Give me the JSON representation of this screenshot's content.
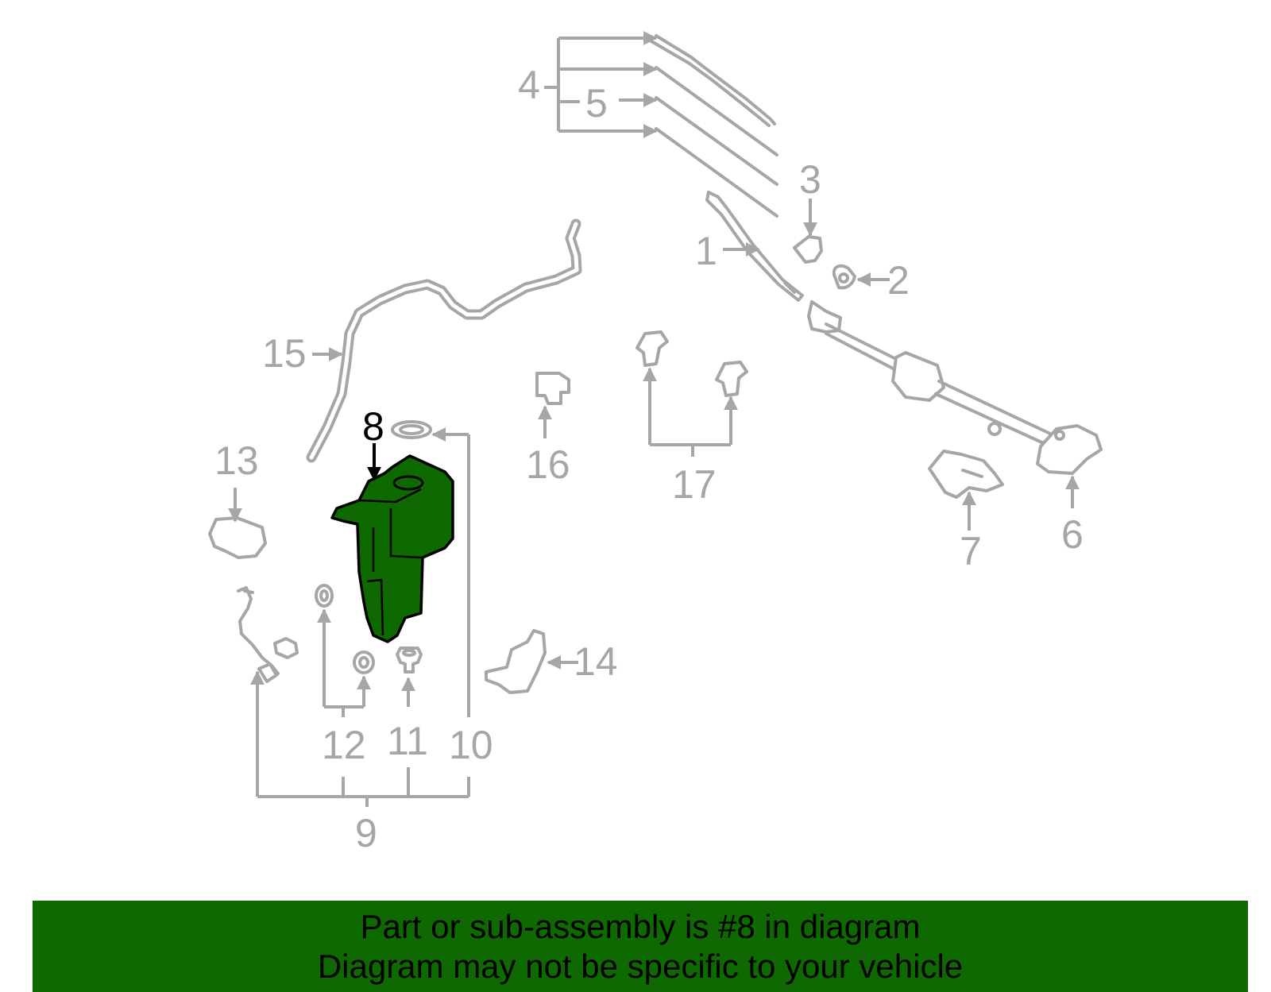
{
  "diagram": {
    "highlighted_part": "8",
    "highlight_color": "#0e6a00",
    "callouts": {
      "c1": "1",
      "c2": "2",
      "c3": "3",
      "c4": "4",
      "c5": "5",
      "c6": "6",
      "c7": "7",
      "c8": "8",
      "c9": "9",
      "c10": "10",
      "c11": "11",
      "c12": "12",
      "c13": "13",
      "c14": "14",
      "c15": "15",
      "c16": "16",
      "c17": "17"
    }
  },
  "banner": {
    "line1": "Part or sub-assembly is #8 in diagram",
    "line2": "Diagram may not be specific to your vehicle",
    "background": "#0e6a00"
  }
}
